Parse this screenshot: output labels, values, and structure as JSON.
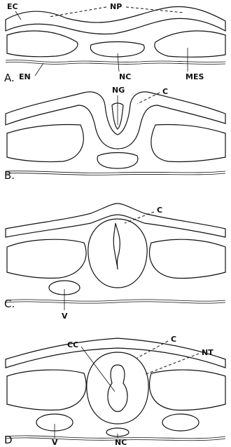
{
  "panels": [
    {
      "id": "A",
      "panel_label": "A.",
      "labels": {
        "ec": "EC",
        "np": "NP",
        "en": "EN",
        "nc": "NC",
        "mes": "MES"
      }
    },
    {
      "id": "B",
      "panel_label": "B.",
      "labels": {
        "ng": "NG",
        "c": "C"
      }
    },
    {
      "id": "C",
      "panel_label": "C.",
      "labels": {
        "c": "C",
        "v": "V"
      }
    },
    {
      "id": "D",
      "panel_label": "D",
      "labels": {
        "cc": "CC",
        "c": "C",
        "nt": "NT",
        "v": "V",
        "nc": "NC"
      }
    }
  ]
}
